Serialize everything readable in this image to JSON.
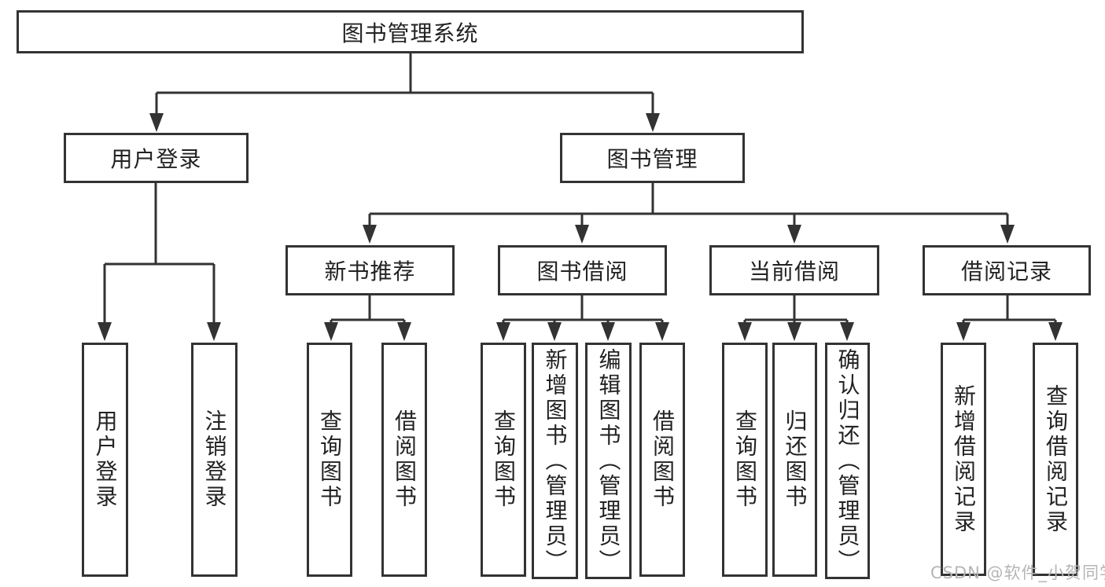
{
  "tree": {
    "label": "图书管理系统",
    "children": [
      {
        "label": "用户登录",
        "children": [
          {
            "label": "用户登录"
          },
          {
            "label": "注销登录"
          }
        ]
      },
      {
        "label": "图书管理",
        "children": [
          {
            "label": "新书推荐",
            "children": [
              {
                "label": "查询图书"
              },
              {
                "label": "借阅图书"
              }
            ]
          },
          {
            "label": "图书借阅",
            "children": [
              {
                "label": "查询图书"
              },
              {
                "label": "新增图书（管理员）"
              },
              {
                "label": "编辑图书（管理员）"
              },
              {
                "label": "借阅图书"
              }
            ]
          },
          {
            "label": "当前借阅",
            "children": [
              {
                "label": "查询图书"
              },
              {
                "label": "归还图书"
              },
              {
                "label": "确认归还（管理员）"
              }
            ]
          },
          {
            "label": "借阅记录",
            "children": [
              {
                "label": "新增借阅记录"
              },
              {
                "label": "查询借阅记录"
              }
            ]
          }
        ]
      }
    ]
  },
  "watermark": {
    "text": "CSDN @软件_小贺同学",
    "color": "#b5b5b5"
  },
  "colors": {
    "line": "#333333",
    "box_border": "#333333",
    "box_fill": "#ffffff",
    "text": "#222222",
    "background": "#ffffff",
    "watermark": "#b5b5b5"
  }
}
